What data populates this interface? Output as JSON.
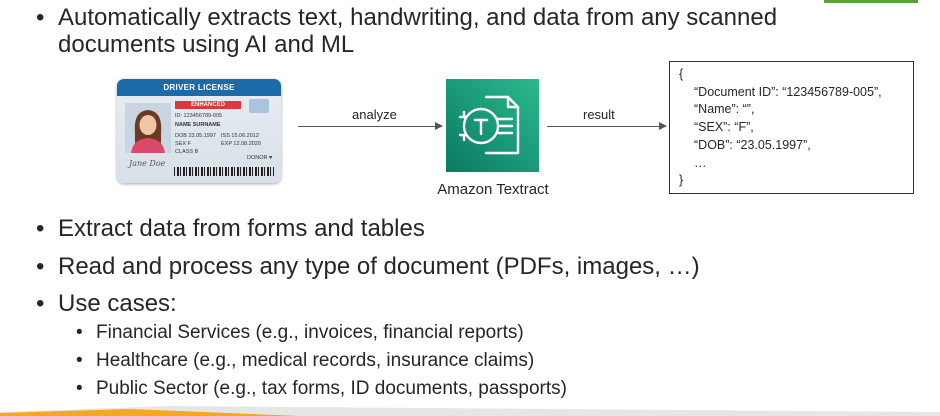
{
  "bullets": {
    "b1_line1": "Automatically extracts text, handwriting, and data from any scanned",
    "b1_line2": "documents using AI and ML",
    "b2": "Extract data from forms and tables",
    "b3": "Read and process any type of document (PDFs, images, …)",
    "b4": "Use cases:",
    "subs": [
      "Financial Services (e.g., invoices, financial reports)",
      "Healthcare (e.g., medical records, insurance claims)",
      "Public Sector (e.g., tax forms, ID documents, passports)"
    ]
  },
  "license": {
    "header": "DRIVER LICENSE",
    "badge": "ENHANCED",
    "id": "ID: 123456789-005",
    "name": "NAME SURNAME",
    "dob": "DOB 23.05.1997",
    "sex": "SEX F",
    "class": "CLASS B",
    "iss": "ISS 15.06.2012",
    "exp": "EXP 12.08.2020",
    "donor": "DONOR ♥",
    "signature": "Jane Doe"
  },
  "diagram": {
    "analyze_label": "analyze",
    "result_label": "result",
    "service_label": "Amazon Textract"
  },
  "json_output": {
    "open": "{",
    "lines": [
      "“Document ID”: “123456789-005”,",
      "“Name”: “”,",
      "“SEX”: “F”,",
      "“DOB”: “23.05.1997”,",
      "…"
    ],
    "close": "}"
  },
  "colors": {
    "textract_gradient_start": "#0b7a62",
    "textract_gradient_end": "#2bb98e",
    "license_header": "#1c6aa8",
    "accent_orange": "#f5a623"
  }
}
